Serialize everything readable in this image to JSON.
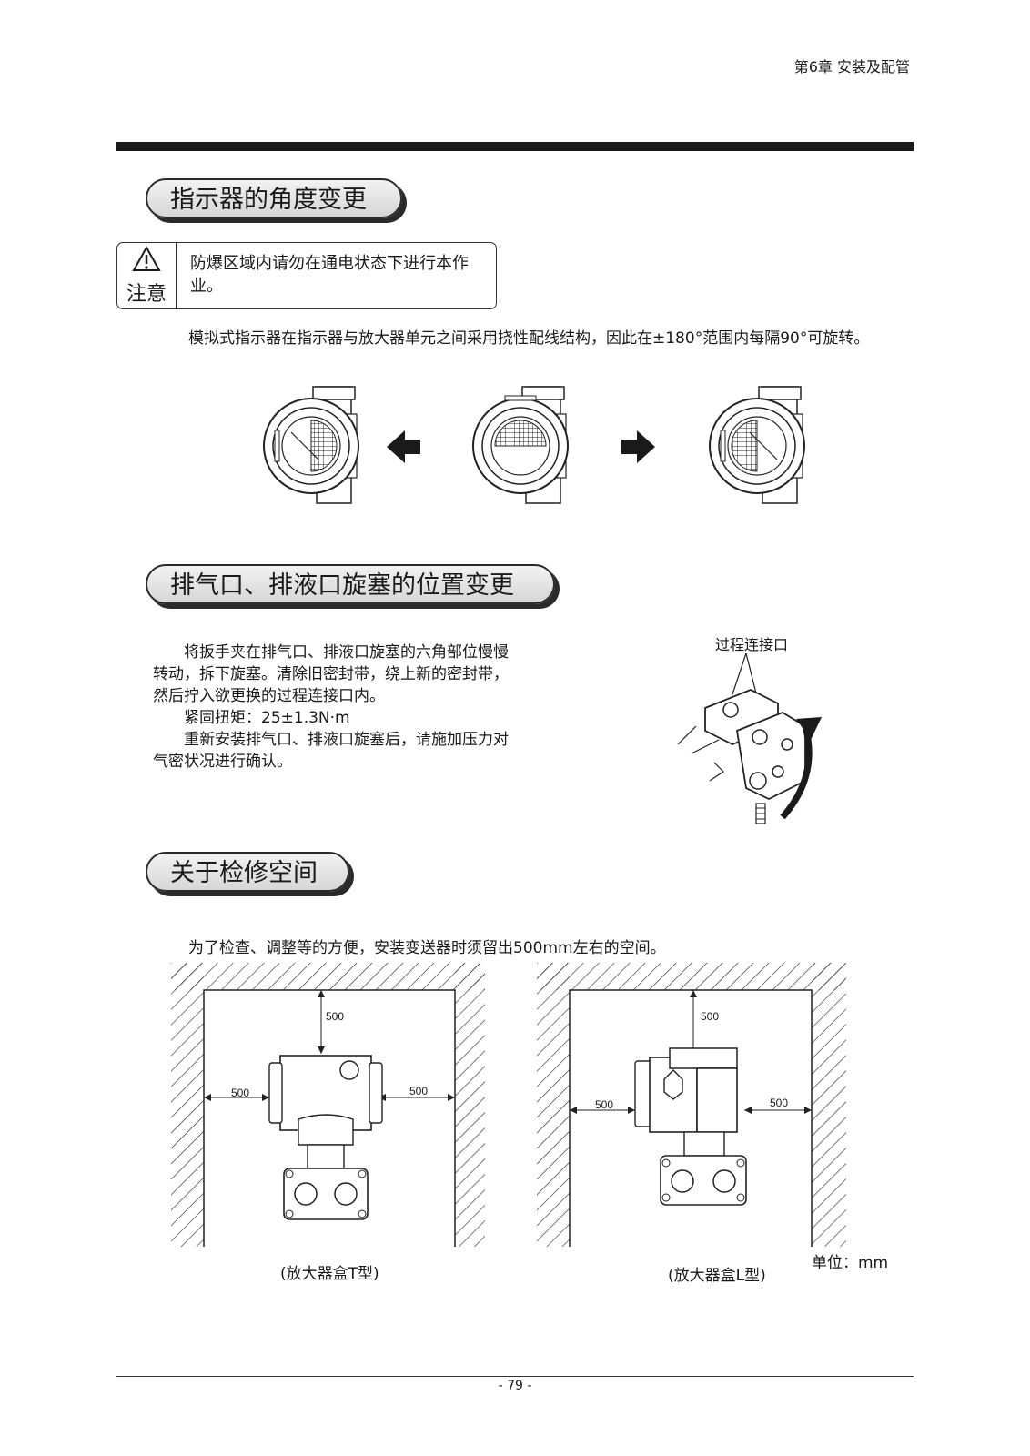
{
  "header": {
    "chapter": "第6章 安装及配管"
  },
  "section1": {
    "title": "指示器的角度变更",
    "caution_label": "注意",
    "caution_text": "防爆区域内请勿在通电状态下进行本作业。",
    "body": "模拟式指示器在指示器与放大器单元之间采用挠性配线结构，因此在±180°范围内每隔90°可旋转。"
  },
  "section2": {
    "title": "排气口、排液口旋塞的位置变更",
    "paragraphs": [
      "　　将扳手夹在排气口、排液口旋塞的六角部位慢慢转动，拆下旋塞。清除旧密封带，绕上新的密封带，然后拧入欲更换的过程连接口内。",
      "　　紧固扭矩：25±1.3N·m",
      "　　重新安装排气口、排液口旋塞后，请施加压力对气密状况进行确认。"
    ],
    "figure_label": "过程连接口"
  },
  "section3": {
    "title": "关于检修空间",
    "body": "为了检查、调整等的方便，安装变送器时须留出500mm左右的空间。",
    "dims": {
      "left_top": "500",
      "left_left": "500",
      "left_right": "500",
      "right_top": "500",
      "right_left": "500",
      "right_right": "500"
    },
    "caption_left": "(放大器盒T型)",
    "caption_right": "(放大器盒L型)",
    "unit": "单位：mm"
  },
  "footer": {
    "page": "- 79 -"
  }
}
